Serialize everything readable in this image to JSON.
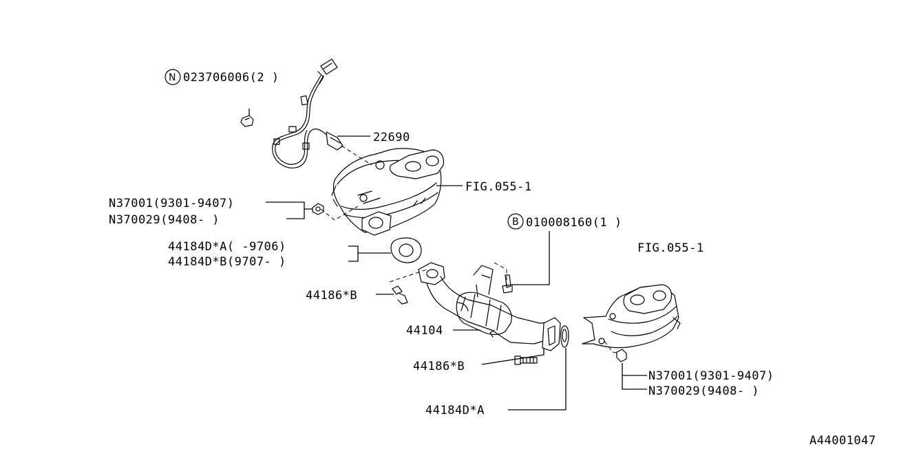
{
  "labels": {
    "n_note_symbol": "N",
    "n_note_code": "023706006(2 )",
    "sensor_part": "22690",
    "fig_ref_upper": "FIG.055-1",
    "nut_upper_1": "N37001(9301-9407)",
    "nut_upper_2": "N370029(9408-      )",
    "gasket_a": "44184D*A(      -9706)",
    "gasket_b": "44184D*B(9707-      )",
    "b_note_symbol": "B",
    "b_note_code": "010008160(1 )",
    "fig_ref_lower": "FIG.055-1",
    "bolt_upper": "44186*B",
    "pipe_part": "44104",
    "bolt_lower": "44186*B",
    "gasket_lower": "44184D*A",
    "nut_lower_1": "N37001(9301-9407)",
    "nut_lower_2": "N370029(9408-      )",
    "diagram_id": "A44001047"
  }
}
